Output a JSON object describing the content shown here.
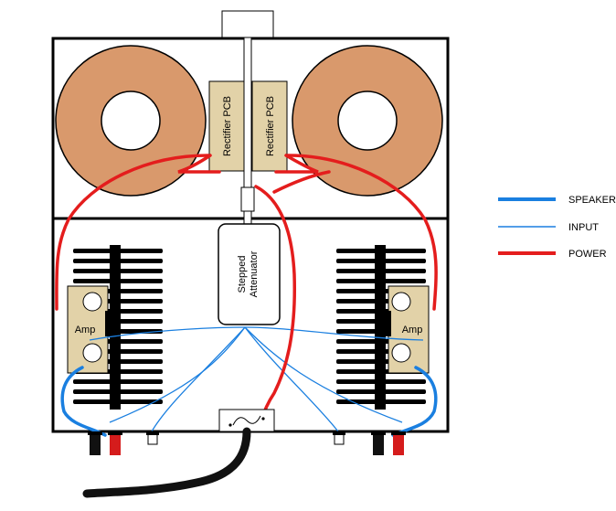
{
  "labels": {
    "rectifier_left": "Rectifier PCB",
    "rectifier_right": "Rectifier PCB",
    "attenuator_line1": "Stepped",
    "attenuator_line2": "Attenuator",
    "amp_left": "Amp",
    "amp_right": "Amp"
  },
  "legend": {
    "speaker": "SPEAKER",
    "input": "INPUT",
    "power": "POWER"
  },
  "colors": {
    "speaker": "#1a7fe0",
    "input": "#1a7fe0",
    "power": "#e41d1d",
    "toroid": "#d9996c",
    "pcb": "#e2d2a8",
    "terminal_red": "#d51c1c",
    "terminal_black": "#111111"
  }
}
